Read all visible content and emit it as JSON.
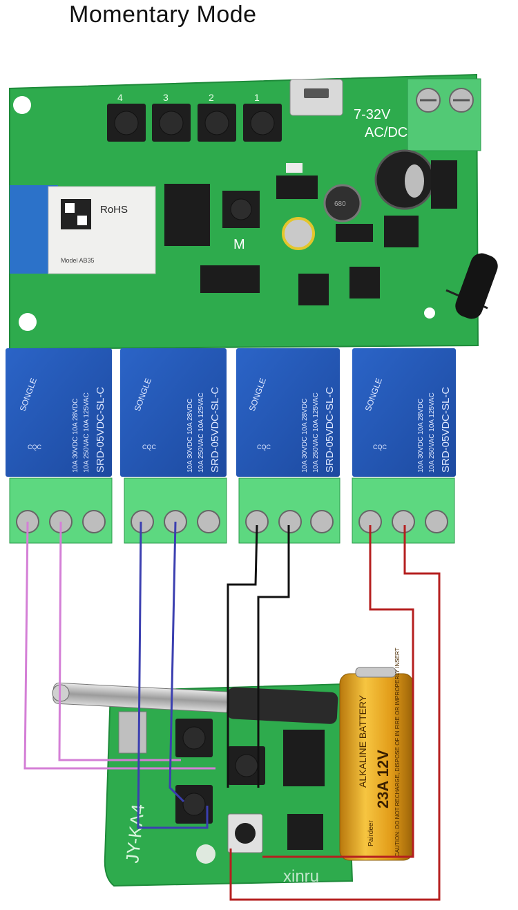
{
  "title": "Momentary Mode",
  "board": {
    "power_label": "7-32V",
    "power_label2": "AC/DC",
    "module_text": "RoHS",
    "module_small": "Model AB35",
    "button_label": "M",
    "button_numbers": [
      "4",
      "3",
      "2",
      "1"
    ],
    "inductor_label": "680"
  },
  "relays": {
    "brand": "SONGLE",
    "line1": "10A 250VAC  10A 125VAC",
    "line2": "10A 30VDC   10A 28VDC",
    "model": "SRD-05VDC-SL-C",
    "cert": "CQC",
    "count": 4
  },
  "remote": {
    "label": "JY-KA4",
    "battery_label": "ALKALINE BATTERY",
    "battery_model": "23A 12V",
    "battery_warning": "CAUTION: DO NOT RECHARGE, DISPOSE OF IN FIRE OR IMPROPERLY INSERT",
    "battery_brand": "Pairdeer"
  },
  "watermark": "xinru",
  "colors": {
    "pcb": "#2eab4d",
    "relay": "#2358b6",
    "terminal": "#5dd880",
    "wire_pink": "#d47fd6",
    "wire_blue": "#3b3fb0",
    "wire_black": "#111111",
    "wire_red": "#b51f1f",
    "battery_gold": "#e6a51e"
  }
}
